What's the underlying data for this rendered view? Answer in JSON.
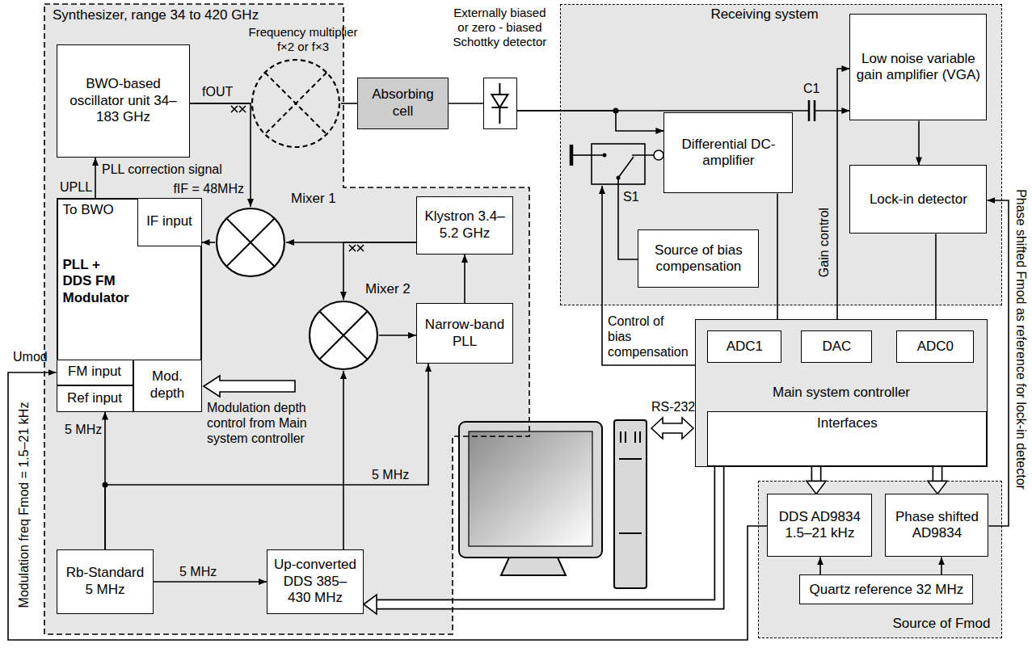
{
  "diagram": {
    "nodes": [
      {
        "text": [
          "Synthesizer, range 34 to 420 GHz"
        ]
      },
      {
        "text": [
          "BWO-based oscillator unit 34–183 GHz"
        ],
        "in": 0
      },
      {
        "text": [
          "Frequency multiplier f×2 or f×3"
        ],
        "in": 0
      },
      {
        "text": [
          "Absorbing cell"
        ]
      },
      {
        "text": [
          "Externally biased or zero - biased Schottky detector"
        ]
      },
      {
        "text": [
          "Receiving system"
        ]
      },
      {
        "text": [
          "Low noise variable gain amplifier (VGA)"
        ],
        "in": 5
      },
      {
        "text": [
          "Differential DC-amplifier"
        ],
        "in": 5
      },
      {
        "text": [
          "Source of bias compensation"
        ],
        "in": 5
      },
      {
        "text": [
          "Lock-in detector"
        ],
        "in": 5
      },
      {
        "text": [
          "To BWO",
          "PLL + DDS FM Modulator"
        ],
        "in": 0
      },
      {
        "text": [
          "IF input"
        ],
        "in": 10
      },
      {
        "text": [
          "Mixer 1"
        ],
        "in": 0
      },
      {
        "text": [
          "Klystron 3.4–5.2 GHz"
        ],
        "in": 0
      },
      {
        "text": [
          "FM input"
        ],
        "in": 10
      },
      {
        "text": [
          "Ref input"
        ],
        "in": 10
      },
      {
        "text": [
          "Mod. depth"
        ],
        "in": 10
      },
      {
        "text": [
          "Mixer 2"
        ],
        "in": 0
      },
      {
        "text": [
          "Narrow-band PLL"
        ],
        "in": 0
      },
      {
        "text": [
          "Main system controller"
        ]
      },
      {
        "text": [
          "ADC1"
        ],
        "in": 19
      },
      {
        "text": [
          "DAC"
        ],
        "in": 19
      },
      {
        "text": [
          "ADC0"
        ],
        "in": 19
      },
      {
        "text": [
          "Interfaces"
        ],
        "in": 19
      },
      {
        "text": [
          "Rb-Standard 5 MHz"
        ],
        "in": 0
      },
      {
        "text": [
          "Up-converted DDS 385–430 MHz"
        ],
        "in": 0
      },
      {
        "text": [
          "Source of Fmod"
        ]
      },
      {
        "text": [
          "DDS AD9834 1.5–21 kHz"
        ],
        "in": 26
      },
      {
        "text": [
          "Phase shifted AD9834"
        ],
        "in": 26
      },
      {
        "text": [
          "Quartz reference 32 MHz"
        ],
        "in": 26
      }
    ],
    "edges": [
      {
        "from": 1,
        "to": 2,
        "arrow": "none",
        "label": "fOUT"
      },
      {
        "from": 2,
        "to": 3,
        "arrow": "none"
      },
      {
        "from": 3,
        "to": 4,
        "arrow": "none"
      },
      {
        "from": 4,
        "to": 6,
        "arrow": "to"
      },
      {
        "from": 4,
        "to": 7,
        "arrow": "to"
      },
      {
        "from": 8,
        "to": 7,
        "arrow": "none"
      },
      {
        "from": 1,
        "to": 12,
        "arrow": "to"
      },
      {
        "from": 13,
        "to": 12,
        "arrow": "to"
      },
      {
        "from": 12,
        "to": 11,
        "arrow": "to"
      },
      {
        "from": 10,
        "to": 1,
        "arrow": "to",
        "label": "PLL correction signal"
      },
      {
        "from": 13,
        "to": 17,
        "arrow": "to"
      },
      {
        "from": 17,
        "to": 18,
        "arrow": "to"
      },
      {
        "from": 18,
        "to": 13,
        "arrow": "to"
      },
      {
        "from": 25,
        "to": 17,
        "arrow": "to"
      },
      {
        "from": 24,
        "to": 25,
        "arrow": "to",
        "label": "5 MHz"
      },
      {
        "from": 24,
        "to": 15,
        "arrow": "to",
        "label": "5 MHz"
      },
      {
        "from": 24,
        "to": 18,
        "arrow": "to",
        "label": "5 MHz"
      },
      {
        "from": 7,
        "to": 20,
        "arrow": "to"
      },
      {
        "from": 21,
        "to": 6,
        "arrow": "to",
        "label": "Gain control"
      },
      {
        "from": 6,
        "to": 9,
        "arrow": "to"
      },
      {
        "from": 9,
        "to": 22,
        "arrow": "to"
      },
      {
        "from": 23,
        "to": 25,
        "arrow": "to"
      },
      {
        "from": 23,
        "to": 27,
        "arrow": "to"
      },
      {
        "from": 23,
        "to": 28,
        "arrow": "to"
      },
      {
        "from": 27,
        "to": 14,
        "arrow": "to",
        "label": "Modulation freq Fmod = 1.5–21 kHz"
      },
      {
        "from": 28,
        "to": 9,
        "arrow": "to",
        "label": "Phase shifted Fmod as reference for lock-in detector"
      },
      {
        "from": 29,
        "to": 27,
        "arrow": "to"
      },
      {
        "from": 29,
        "to": 28,
        "arrow": "to"
      }
    ],
    "labels": [
      "UPLL",
      "fIF = 48MHz",
      "C1",
      "S1",
      "Control of bias compensation",
      "Modulation depth control from Main system controller",
      "RS-232",
      "Umod"
    ]
  }
}
